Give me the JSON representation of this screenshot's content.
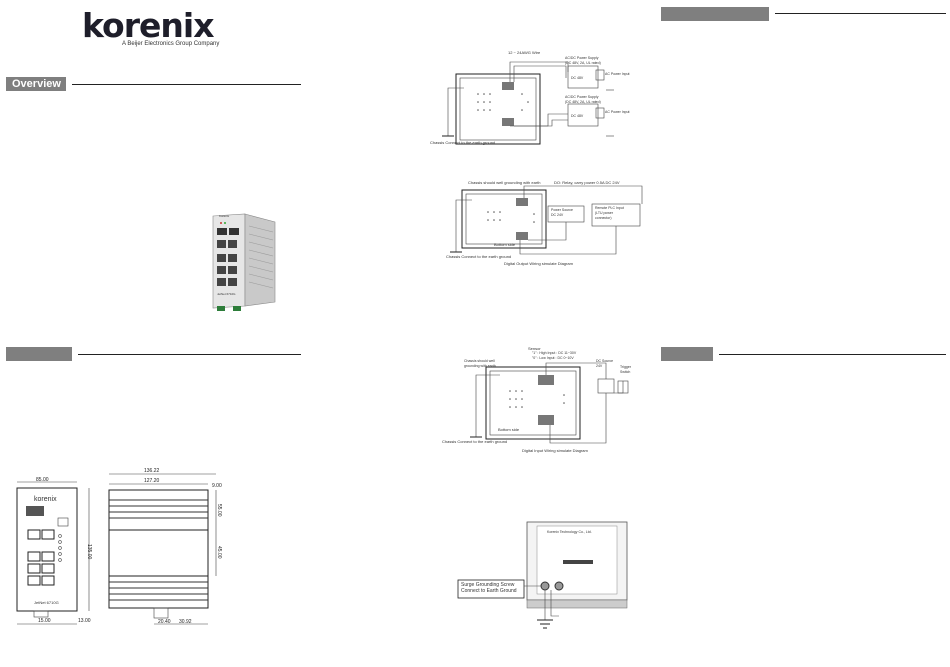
{
  "brand": {
    "logo_text": "korenix",
    "tagline": "A Beijer Electronics Group Company"
  },
  "sections": {
    "overview_title": "Overview",
    "section2_title": "",
    "section3_title": "",
    "section4_title": ""
  },
  "product_photo": {
    "front_label": "JetNet 6710G",
    "brand_mark": "Korenix"
  },
  "dimension_drawing": {
    "front_width": "85.00",
    "front_brand": "korenix",
    "front_model": "JetNet 6710G",
    "front_height": "135.00",
    "bottom_left": "15.00",
    "bottom_mid": "13.00",
    "side_total": "136.22",
    "side_inner": "127.20",
    "side_top": "9.00",
    "side_right_1": "55.00",
    "side_right_2": "45.00",
    "side_bottom_1": "20.40",
    "side_bottom_2": "30.92"
  },
  "power_diagram": {
    "wire_label": "12 ~ 24AWG Wire",
    "psu1_title": "AC/DC Power Supply\n(DC 48V, 2A, UL rated)",
    "psu1_out": "DC 48V",
    "psu1_in": "AC Power Input",
    "psu2_title": "AC/DC Power Supply\n(DC 48V, 2A, UL rated)",
    "psu2_out": "DC 48V",
    "psu2_in": "AC Power Input",
    "ground_label": "Chassis Connect to the earth ground"
  },
  "relay_diagram": {
    "top_left": "Chassis should well grounding with earth",
    "top_right": "DO: Relay, carry power 0.5A DC 24V",
    "box1": "Power Source\nDC 24V",
    "box2": "Remote PLC Input\n(LTU power\nconnector)",
    "bottom_side": "Bottom side",
    "ground_label": "Chassis Connect to the earth ground",
    "caption": "Digital Output Wiring simulate Diagram"
  },
  "input_diagram": {
    "sensor_title": "Sensor",
    "sensor_high": "\"1\" : High Input : DC 11~30V",
    "sensor_low": "\"0\" : Low Input : DC 0~10V",
    "chassis_note": "Chassis should well\ngrounding with earth",
    "dc_source": "DC Source\n24V",
    "trigger": "Trigger\nSwitch",
    "bottom_side": "Bottom side",
    "ground_label": "Chassis Connect to the earth ground",
    "caption": "Digital Input Wiring simulate Diagram"
  },
  "grounding_photo": {
    "label_company": "Korenix Technology Co., Ltd.",
    "callout": "Surge Grounding Screw\nConnect to Earth Ground"
  }
}
